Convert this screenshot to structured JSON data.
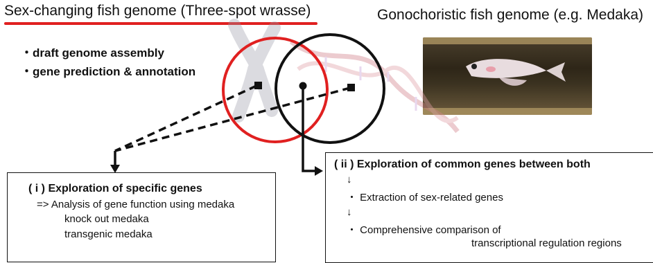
{
  "header": {
    "left_title": "Sex-changing fish genome (Three-spot wrasse)",
    "right_title": "Gonochoristic fish genome (e.g. Medaka)"
  },
  "bullets": [
    "・draft genome assembly",
    "・gene prediction & annotation"
  ],
  "box_left": {
    "title": "( i ) Exploration of specific genes",
    "lines": [
      "=> Analysis of gene function using medaka",
      "knock out medaka",
      "transgenic medaka"
    ]
  },
  "box_right": {
    "title": "( ii ) Exploration of common genes between both",
    "arrow_1": "↓",
    "item_1": "・ Extraction of sex-related genes",
    "arrow_2": "↓",
    "item_2": "・ Comprehensive comparison of",
    "item_2_cont": "transcriptional regulation regions"
  },
  "colors": {
    "accent_red": "#e02020",
    "line_black": "#111111"
  },
  "icons": [
    "chromosome-icon",
    "dna-helix-icon",
    "medaka-photo"
  ]
}
